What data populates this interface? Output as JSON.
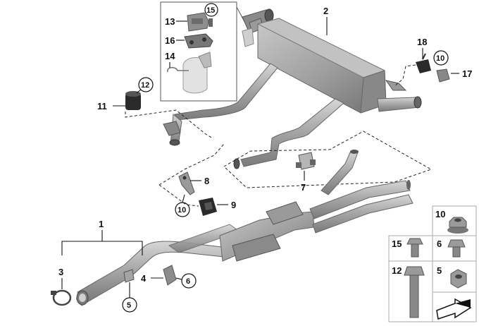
{
  "labels": {
    "p1": "1",
    "p2": "2",
    "p3": "3",
    "p4": "4",
    "p5": "5",
    "p6": "6",
    "p7": "7",
    "p8": "8",
    "p9": "9",
    "p10a": "10",
    "p10b": "10",
    "p11": "11",
    "p12": "12",
    "p13": "13",
    "p14": "14",
    "p15": "15",
    "p16": "16",
    "p17": "17",
    "p18": "18"
  },
  "legend": {
    "p10": "10",
    "p15": "15",
    "p6": "6",
    "p12": "12",
    "p5": "5"
  },
  "colors": {
    "pipe": "#a9a9a9",
    "pipe_dark": "#7e7e7e",
    "pipe_light": "#d2d2d2",
    "rubber": "#2a2a2a"
  }
}
